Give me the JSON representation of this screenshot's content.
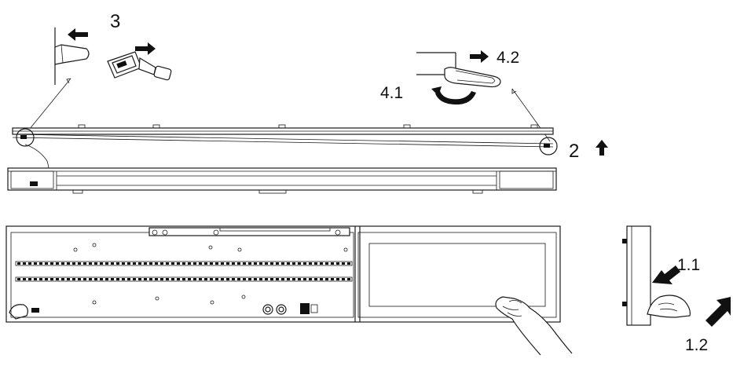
{
  "steps": {
    "s3": "3",
    "s2": "2",
    "s41": "4.1",
    "s42": "4.2",
    "s11": "1.1",
    "s12": "1.2"
  },
  "icons": {
    "arrow_small": "black-arrow-icon",
    "arrow_up": "up-arrow-icon",
    "arrow_curved": "rotate-arrow-icon",
    "hand": "hand-icon"
  },
  "colors": {
    "line": "#1a1a1a",
    "arrow": "#111111",
    "background": "#ffffff"
  }
}
